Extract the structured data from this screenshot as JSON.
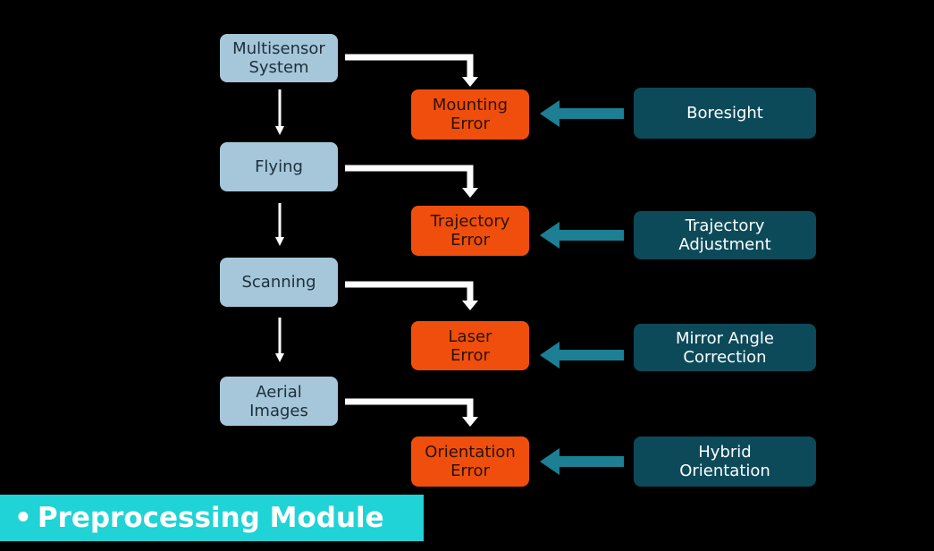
{
  "steps": [
    {
      "label": "Multisensor\nSystem"
    },
    {
      "label": "Flying"
    },
    {
      "label": "Scanning"
    },
    {
      "label": "Aerial\nImages"
    }
  ],
  "errors": [
    {
      "label": "Mounting\nError"
    },
    {
      "label": "Trajectory\nError"
    },
    {
      "label": "Laser\nError"
    },
    {
      "label": "Orientation\nError"
    }
  ],
  "corrections": [
    {
      "label": "Boresight"
    },
    {
      "label": "Trajectory\nAdjustment"
    },
    {
      "label": "Mirror Angle\nCorrection"
    },
    {
      "label": "Hybrid\nOrientation"
    }
  ],
  "banner": {
    "bullet": "•",
    "text": "Preprocessing Module"
  },
  "colors": {
    "step_box": "#a6c7d9",
    "error_box": "#f04e0c",
    "correction_box": "#0c4a5a",
    "correction_arrow": "#1d7f93",
    "flow_arrow": "#ffffff",
    "banner": "#1fd3d6"
  }
}
